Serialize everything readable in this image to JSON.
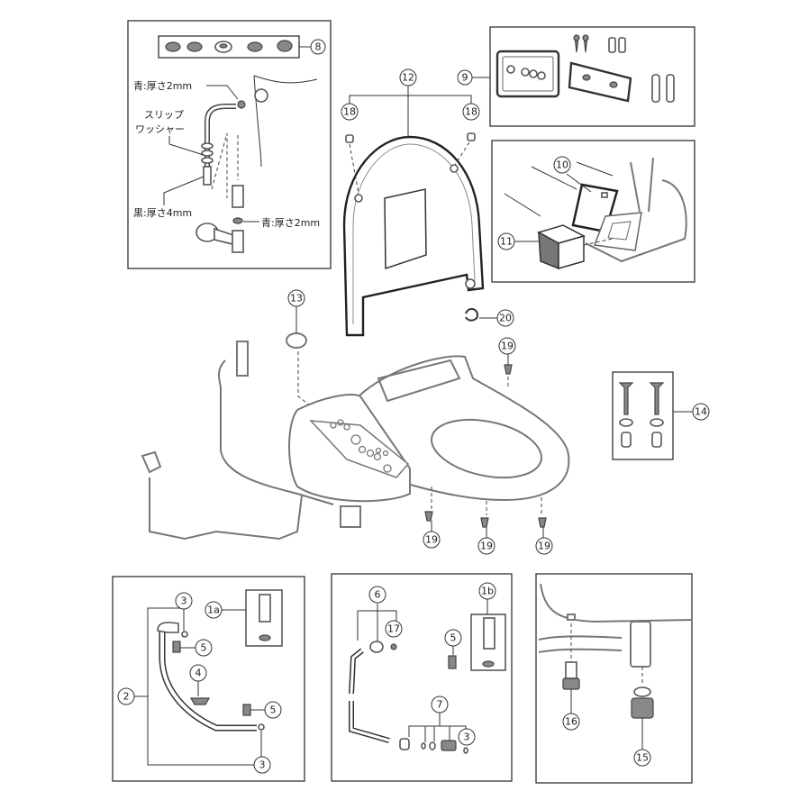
{
  "callouts": {
    "c1a": "1a",
    "c1b": "1b",
    "c2": "2",
    "c3a": "3",
    "c3b": "3",
    "c3c": "3",
    "c4": "4",
    "c5a": "5",
    "c5b": "5",
    "c5c": "5",
    "c6": "6",
    "c7": "7",
    "c8": "8",
    "c9": "9",
    "c10": "10",
    "c11": "11",
    "c12": "12",
    "c13": "13",
    "c14": "14",
    "c15": "15",
    "c16": "16",
    "c17": "17",
    "c18a": "18",
    "c18b": "18",
    "c19a": "19",
    "c19b": "19",
    "c19c": "19",
    "c19d": "19",
    "c20": "20"
  },
  "notes": {
    "blue_2mm_top": "青:厚さ2mm",
    "slip_washer_line1": "スリップ",
    "slip_washer_line2": "ワッシャー",
    "black_4mm": "黒:厚さ4mm",
    "blue_2mm_bottom": "青:厚さ2mm"
  }
}
